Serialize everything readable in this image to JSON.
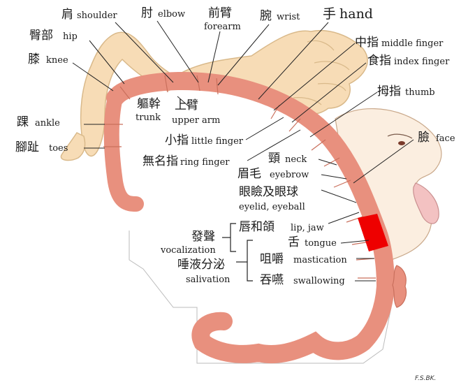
{
  "labels": {
    "shoulder": {
      "cn": "肩",
      "en": "shoulder"
    },
    "elbow": {
      "cn": "肘",
      "en": "elbow"
    },
    "forearm": {
      "cn": "前臂",
      "en": "forearm"
    },
    "wrist": {
      "cn": "腕",
      "en": "wrist"
    },
    "hand": {
      "cn": "手",
      "en": "hand"
    },
    "hip": {
      "cn": "臀部",
      "en": "hip"
    },
    "knee": {
      "cn": "膝",
      "en": "knee"
    },
    "ankle": {
      "cn": "踝",
      "en": "ankle"
    },
    "toes": {
      "cn": "腳趾",
      "en": "toes"
    },
    "trunk": {
      "cn": "軀幹",
      "en": "trunk"
    },
    "upper_arm": {
      "cn": "上臂",
      "en": "upper arm"
    },
    "middle_finger": {
      "cn": "中指",
      "en": "middle finger"
    },
    "index_finger": {
      "cn": "食指",
      "en": "index finger"
    },
    "thumb": {
      "cn": "拇指",
      "en": "thumb"
    },
    "little_finger": {
      "cn": "小指",
      "en": "little finger"
    },
    "ring_finger": {
      "cn": "無名指",
      "en": "ring finger"
    },
    "face": {
      "cn": "臉",
      "en": "face"
    },
    "neck": {
      "cn": "頸",
      "en": "neck"
    },
    "eyebrow": {
      "cn": "眉毛",
      "en": "eyebrow"
    },
    "eyelid": {
      "cn": "眼瞼及眼球",
      "en": "eyelid, eyeball"
    },
    "lip": {
      "cn": "唇和頜",
      "en": "lip, jaw"
    },
    "tongue": {
      "cn": "舌",
      "en": "tongue"
    },
    "vocalization": {
      "cn": "發聲",
      "en": "vocalization"
    },
    "salivation": {
      "cn": "唾液分泌",
      "en": "salivation"
    },
    "mastication": {
      "cn": "咀嚼",
      "en": "mastication"
    },
    "swallowing": {
      "cn": "吞嚥",
      "en": "swallowing"
    }
  },
  "credit": "F.S.BK.",
  "colors": {
    "cortex": "#e8907e",
    "cortex_stroke": "#c96f5c",
    "skin": "#f7dcb6",
    "skin_stroke": "#d9b98a",
    "highlight": "#ee0000"
  },
  "highlighted_region": "tongue"
}
